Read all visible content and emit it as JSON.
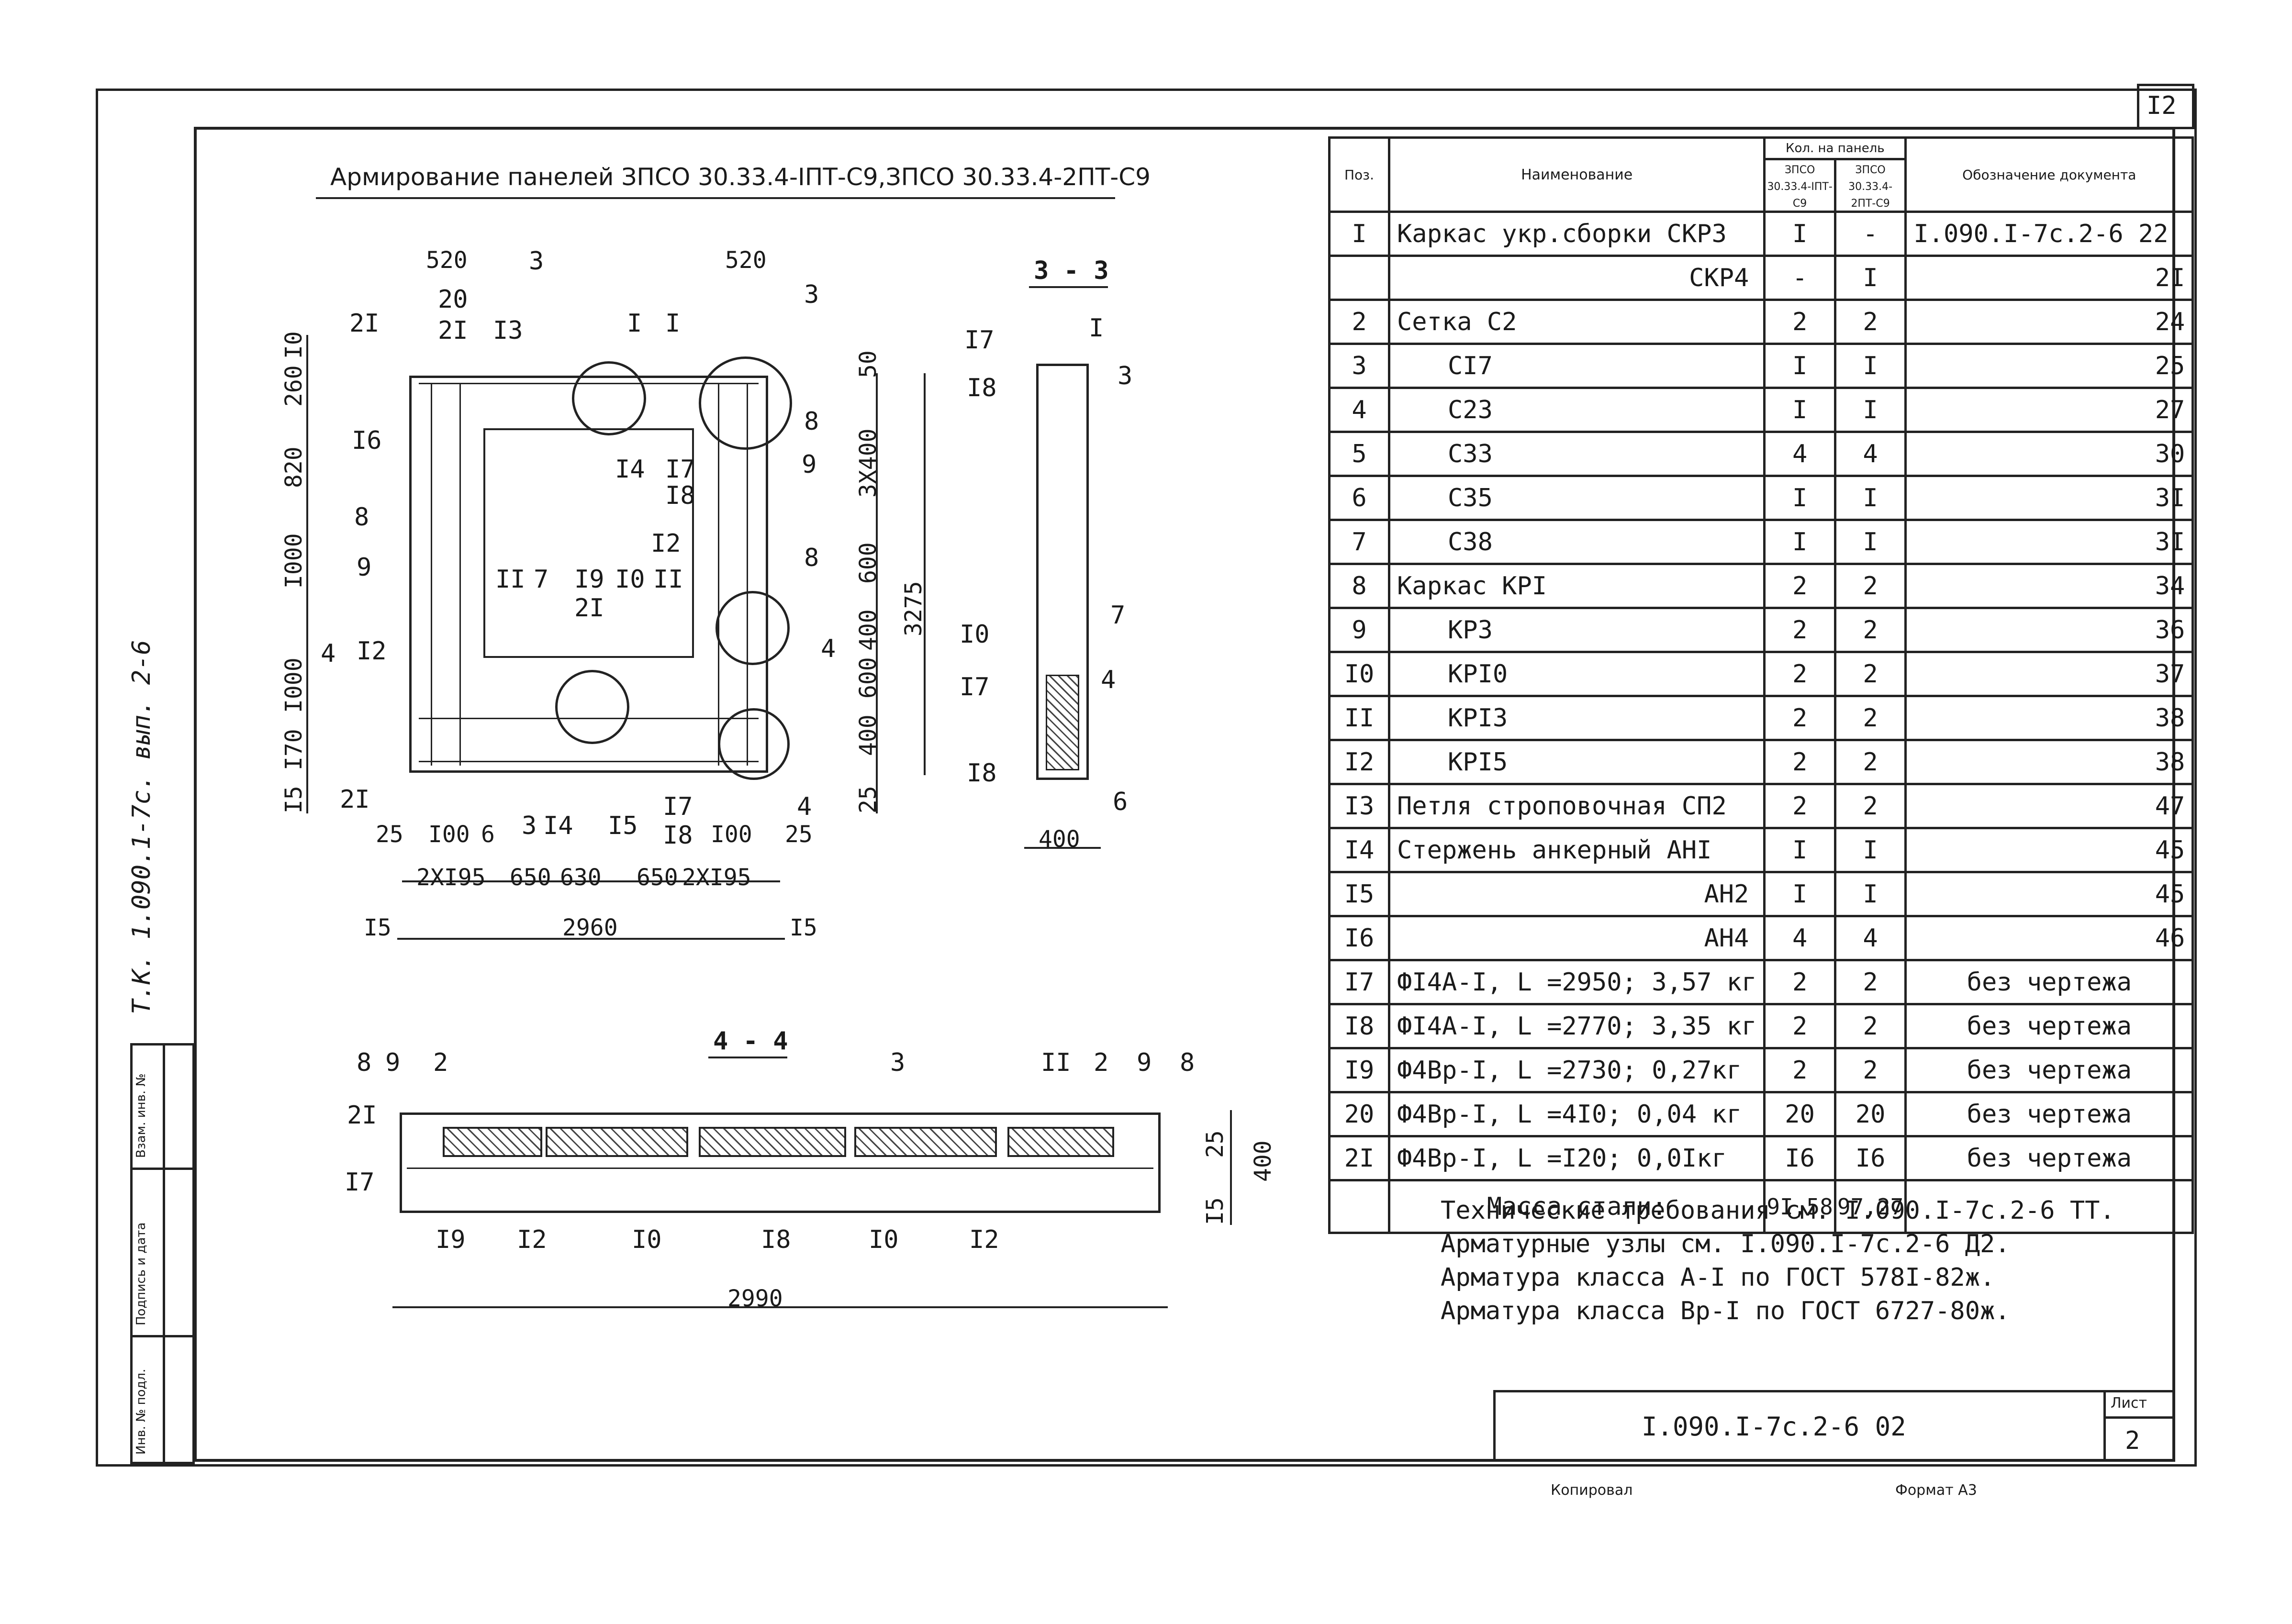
{
  "sheet_corner_number": "I2",
  "drawing_title": "Армирование панелей ЗПСО 30.33.4-IПТ-С9,ЗПСО 30.33.4-2ПТ-С9",
  "side_code": "Т.К. 1.090.1-7с. вып. 2-6",
  "stamp_fields": [
    "Инв. № подл.",
    "Подпись и дата",
    "Взам. инв. №"
  ],
  "sections": {
    "s33": "3 - 3",
    "s44": "4 - 4"
  },
  "elevation": {
    "top_dims": [
      "520",
      "520"
    ],
    "left_dims": [
      "I0",
      "260",
      "820",
      "I000",
      "I000",
      "I70",
      "I5"
    ],
    "right_dims": [
      "50",
      "3Х400",
      "600",
      "400",
      "600",
      "400",
      "25"
    ],
    "overall_height": "3275",
    "bottom_dims": [
      "25",
      "I00",
      "6",
      "2ХI95",
      "650",
      "630",
      "650",
      "2ХI95",
      "I00",
      "25"
    ],
    "overall_width": "2960",
    "end_marks": [
      "I5",
      "I5"
    ],
    "cut_marks": [
      "3",
      "3",
      "4",
      "4"
    ],
    "positions": [
      "20",
      "2I",
      "2I",
      "I3",
      "I",
      "I",
      "3",
      "I6",
      "8",
      "9",
      "I2",
      "2I",
      "I4",
      "I7",
      "I8",
      "8",
      "9",
      "8",
      "I2",
      "II",
      "7",
      "I9",
      "2I",
      "I0",
      "II",
      "I4",
      "I5",
      "I7",
      "I8",
      "4"
    ]
  },
  "section33": {
    "width": "400",
    "positions": [
      "I7",
      "I",
      "I8",
      "3",
      "I0",
      "7",
      "I7",
      "4",
      "I8",
      "6"
    ]
  },
  "section44": {
    "overall_width": "2990",
    "height_dims": [
      "25",
      "400",
      "I5"
    ],
    "positions": [
      "8",
      "9",
      "2",
      "3",
      "II",
      "2",
      "9",
      "8",
      "2I",
      "I7",
      "I9",
      "I2",
      "I0",
      "I8",
      "I0",
      "I2"
    ]
  },
  "spec": {
    "headers": {
      "pos": "Поз.",
      "name": "Наименование",
      "qty": "Кол. на панель",
      "col_a": "ЗПСО 30.33.4-IПТ-С9",
      "col_b": "ЗПСО 30.33.4-2ПТ-С9",
      "doc": "Обозначение документа"
    },
    "rows": [
      {
        "pos": "I",
        "name": "Каркас укр.сборки СКРЗ",
        "a": "I",
        "b": "-",
        "doc": "I.090.I-7с.2-6 22"
      },
      {
        "pos": "",
        "name": "СКР4",
        "a": "-",
        "b": "I",
        "doc": "2I"
      },
      {
        "pos": "2",
        "name": "Сетка С2",
        "a": "2",
        "b": "2",
        "doc": "24"
      },
      {
        "pos": "3",
        "name": "СI7",
        "a": "I",
        "b": "I",
        "doc": "25"
      },
      {
        "pos": "4",
        "name": "С23",
        "a": "I",
        "b": "I",
        "doc": "27"
      },
      {
        "pos": "5",
        "name": "С33",
        "a": "4",
        "b": "4",
        "doc": "30"
      },
      {
        "pos": "6",
        "name": "С35",
        "a": "I",
        "b": "I",
        "doc": "3I"
      },
      {
        "pos": "7",
        "name": "С38",
        "a": "I",
        "b": "I",
        "doc": "3I"
      },
      {
        "pos": "8",
        "name": "Каркас КРI",
        "a": "2",
        "b": "2",
        "doc": "34"
      },
      {
        "pos": "9",
        "name": "КР3",
        "a": "2",
        "b": "2",
        "doc": "36"
      },
      {
        "pos": "I0",
        "name": "КРI0",
        "a": "2",
        "b": "2",
        "doc": "37"
      },
      {
        "pos": "II",
        "name": "КРI3",
        "a": "2",
        "b": "2",
        "doc": "38"
      },
      {
        "pos": "I2",
        "name": "КРI5",
        "a": "2",
        "b": "2",
        "doc": "38"
      },
      {
        "pos": "I3",
        "name": "Петля строповочная СП2",
        "a": "2",
        "b": "2",
        "doc": "47"
      },
      {
        "pos": "I4",
        "name": "Стержень анкерный АНI",
        "a": "I",
        "b": "I",
        "doc": "45"
      },
      {
        "pos": "I5",
        "name": "АН2",
        "a": "I",
        "b": "I",
        "doc": "45"
      },
      {
        "pos": "I6",
        "name": "АН4",
        "a": "4",
        "b": "4",
        "doc": "46"
      },
      {
        "pos": "I7",
        "name": "ФI4А-I, L =2950; 3,57 кг",
        "a": "2",
        "b": "2",
        "doc": "без чертежа"
      },
      {
        "pos": "I8",
        "name": "ФI4А-I, L =2770; 3,35 кг",
        "a": "2",
        "b": "2",
        "doc": "без чертежа"
      },
      {
        "pos": "I9",
        "name": "Ф4Вр-I, L =2730; 0,27кг",
        "a": "2",
        "b": "2",
        "doc": "без чертежа"
      },
      {
        "pos": "20",
        "name": "Ф4Вр-I, L =4I0; 0,04 кг",
        "a": "20",
        "b": "20",
        "doc": "без чертежа"
      },
      {
        "pos": "2I",
        "name": "Ф4Вр-I, L =I20; 0,0Iкг",
        "a": "I6",
        "b": "I6",
        "doc": "без чертежа"
      }
    ],
    "mass_label": "Масса стали:",
    "mass_a": "9I,58",
    "mass_b": "97,27"
  },
  "notes": [
    "Технические требования см. I.090.I-7с.2-6 ТТ.",
    "Арматурные узлы см. I.090.I-7с.2-6 Д2.",
    "Арматура класса А-I по ГОСТ 578I-82ж.",
    "Арматура класса Вр-I по ГОСТ 6727-80ж."
  ],
  "title_block": {
    "code": "I.090.I-7с.2-6 02",
    "sheet_label": "Лист",
    "sheet_no": "2"
  },
  "footer": {
    "copied": "Копировал",
    "format": "Формат А3"
  }
}
